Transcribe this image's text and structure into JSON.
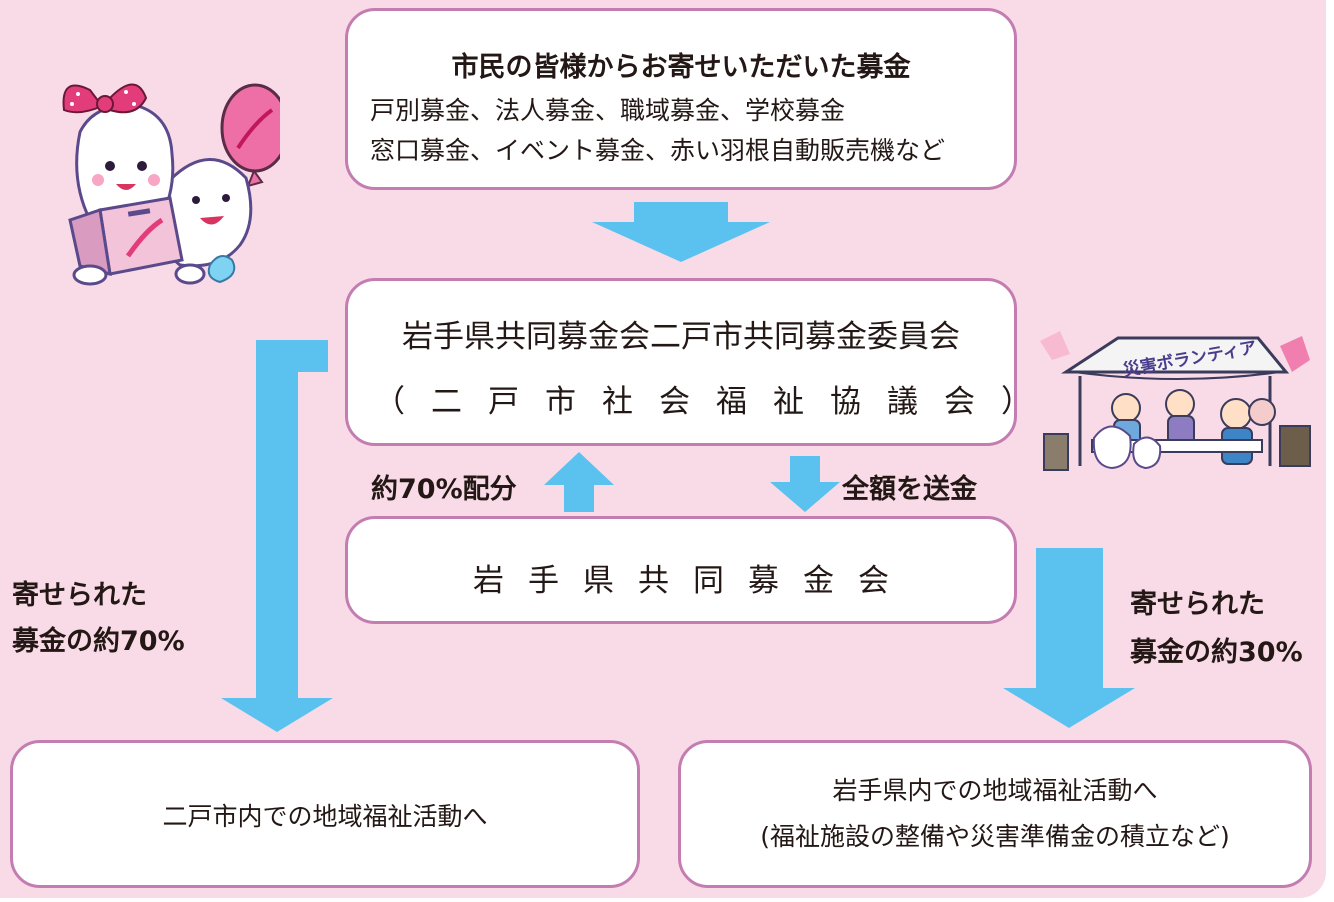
{
  "donations": {
    "title": "市民の皆様からお寄せいただいた募金",
    "line1": "戸別募金、法人募金、職域募金、学校募金",
    "line2": "窓口募金、イベント募金、赤い羽根自動販売機など"
  },
  "committee": {
    "line1": "岩手県共同募金会二戸市共同募金委員会",
    "line2": "（二戸市社会福祉協議会）"
  },
  "iwate": {
    "name": "岩手県共同募金会"
  },
  "labels": {
    "allocation": "約70%配分",
    "full_amount": "全額を送金",
    "left_line1": "寄せられた",
    "left_line2": "募金の約70%",
    "right_line1": "寄せられた",
    "right_line2": "募金の約30%"
  },
  "ninohe": {
    "text": "二戸市内での地域福祉活動へ"
  },
  "prefecture": {
    "line1": "岩手県内での地域福祉活動へ",
    "line2": "(福祉施設の整備や災害準備金の積立など)"
  },
  "illustrations": {
    "mascot": "red-feather-mascots-with-balloon",
    "tent": "volunteer-tent-scene",
    "tent_sign": "災害ボランティア"
  },
  "colors": {
    "background": "#f9dbe7",
    "border": "#c37db1",
    "arrow": "#5bc2ef"
  }
}
